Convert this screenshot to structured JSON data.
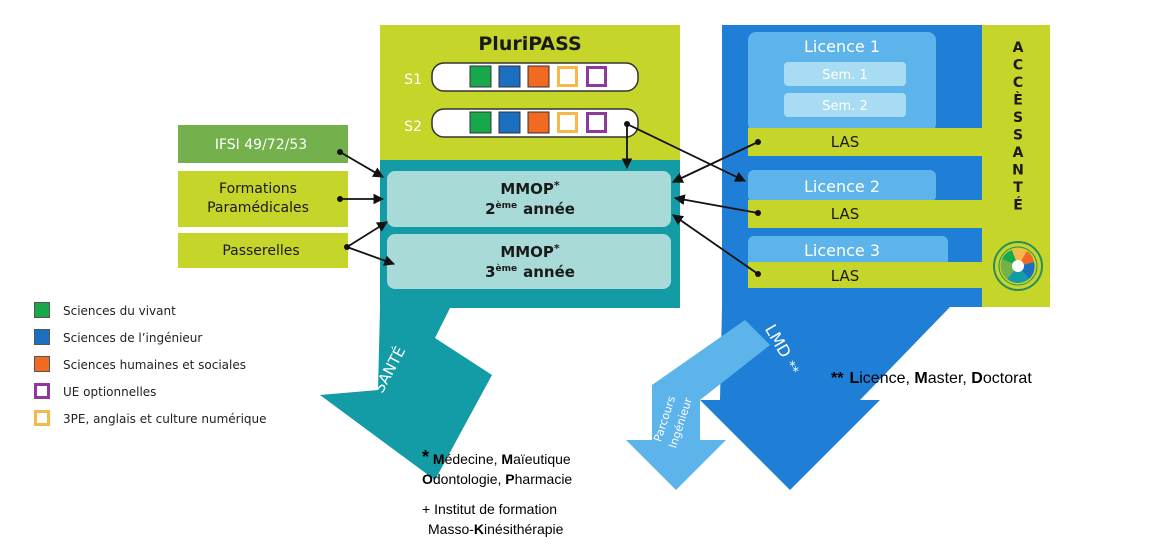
{
  "pluripass": {
    "title": "PluriPASS",
    "semesters": [
      {
        "label": "S1",
        "units": [
          "sciences-du-vivant",
          "sciences-ingenieur",
          "sciences-humaines",
          "3pe",
          "ue-optionnelles"
        ]
      },
      {
        "label": "S2",
        "units": [
          "sciences-du-vivant",
          "sciences-ingenieur",
          "sciences-humaines",
          "3pe",
          "ue-optionnelles"
        ]
      }
    ]
  },
  "entries": {
    "ifsi": "IFSI 49/72/53",
    "paramedical": [
      "Formations",
      "Paramédicales"
    ],
    "passerelles": "Passerelles"
  },
  "mmop": {
    "year2": {
      "title": "MMOP",
      "star": "*",
      "ordinal": "2",
      "sup": "ème",
      "word": "année"
    },
    "year3": {
      "title": "MMOP",
      "star": "*",
      "ordinal": "3",
      "sup": "ème",
      "word": "année"
    }
  },
  "lmd": {
    "licence1": "Licence 1",
    "sem1": "Sem. 1",
    "sem2": "Sem. 2",
    "licence2": "Licence 2",
    "licence3": "Licence 3",
    "las": "LAS"
  },
  "acces_sante": [
    "A",
    "C",
    "C",
    "È",
    "S",
    "S",
    "A",
    "N",
    "T",
    "É"
  ],
  "arrows": {
    "sante": "SANTÉ",
    "lmd": "LMD",
    "lmd_star": "**",
    "parcours": [
      "Parcours",
      "Ingénieur"
    ]
  },
  "notes": {
    "mmop_star": "*",
    "mmop_line1": [
      {
        "bold": "M",
        "rest": "édecine, "
      },
      {
        "bold": "M",
        "rest": "aïeutique"
      }
    ],
    "mmop_line2": [
      {
        "bold": "O",
        "rest": "dontologie, "
      },
      {
        "bold": "P",
        "rest": "harmacie"
      }
    ],
    "ifmk_line1": "+ Institut de formation",
    "ifmk_line2_pre": "Masso-",
    "ifmk_line2_bold": "K",
    "ifmk_line2_post": "inésithérapie",
    "lmd_star": "**",
    "lmd_def": [
      {
        "bold": "L",
        "rest": "icence, "
      },
      {
        "bold": "M",
        "rest": "aster, "
      },
      {
        "bold": "D",
        "rest": "octorat"
      }
    ]
  },
  "legend": [
    {
      "label": "Sciences du vivant",
      "color": "#17a84b",
      "style": "fill"
    },
    {
      "label": "Sciences de l’ingénieur",
      "color": "#1b6fc1",
      "style": "fill"
    },
    {
      "label": "Sciences humaines et sociales",
      "color": "#f26a22",
      "style": "fill"
    },
    {
      "label": "UE optionnelles",
      "color": "#8e3a9c",
      "style": "outline"
    },
    {
      "label": "3PE, anglais et culture numérique",
      "color": "#f7b84b",
      "style": "outline"
    }
  ],
  "colors": {
    "lime": "#c6d52a",
    "teal": "#139ca6",
    "teal_light": "#a8dad8",
    "blue": "#1f7fd6",
    "blue_light": "#5cb4ea",
    "green_dark": "#74b04c",
    "ue_green": "#17a84b",
    "ue_blue": "#1b6fc1",
    "ue_orange": "#f26a22",
    "ue_yellow": "#f7b84b",
    "ue_purple": "#8e3a9c"
  }
}
